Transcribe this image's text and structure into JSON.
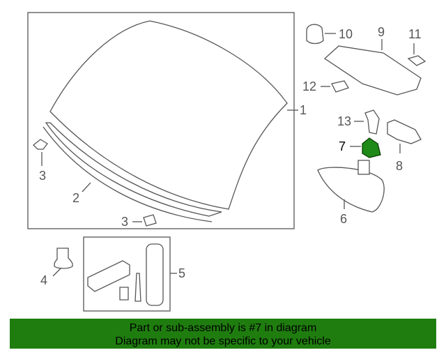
{
  "callouts": [
    "1",
    "2",
    "3",
    "3",
    "4",
    "5",
    "6",
    "7",
    "8",
    "9",
    "10",
    "11",
    "12",
    "13"
  ],
  "highlight_part": "7",
  "colors": {
    "highlight_fill": "#1f8a17",
    "footer_background": "#1f7d0f",
    "line": "#555555"
  },
  "footer": {
    "line1": "Part or sub-assembly is #7 in diagram",
    "line2": "Diagram may not be specific to your vehicle"
  }
}
